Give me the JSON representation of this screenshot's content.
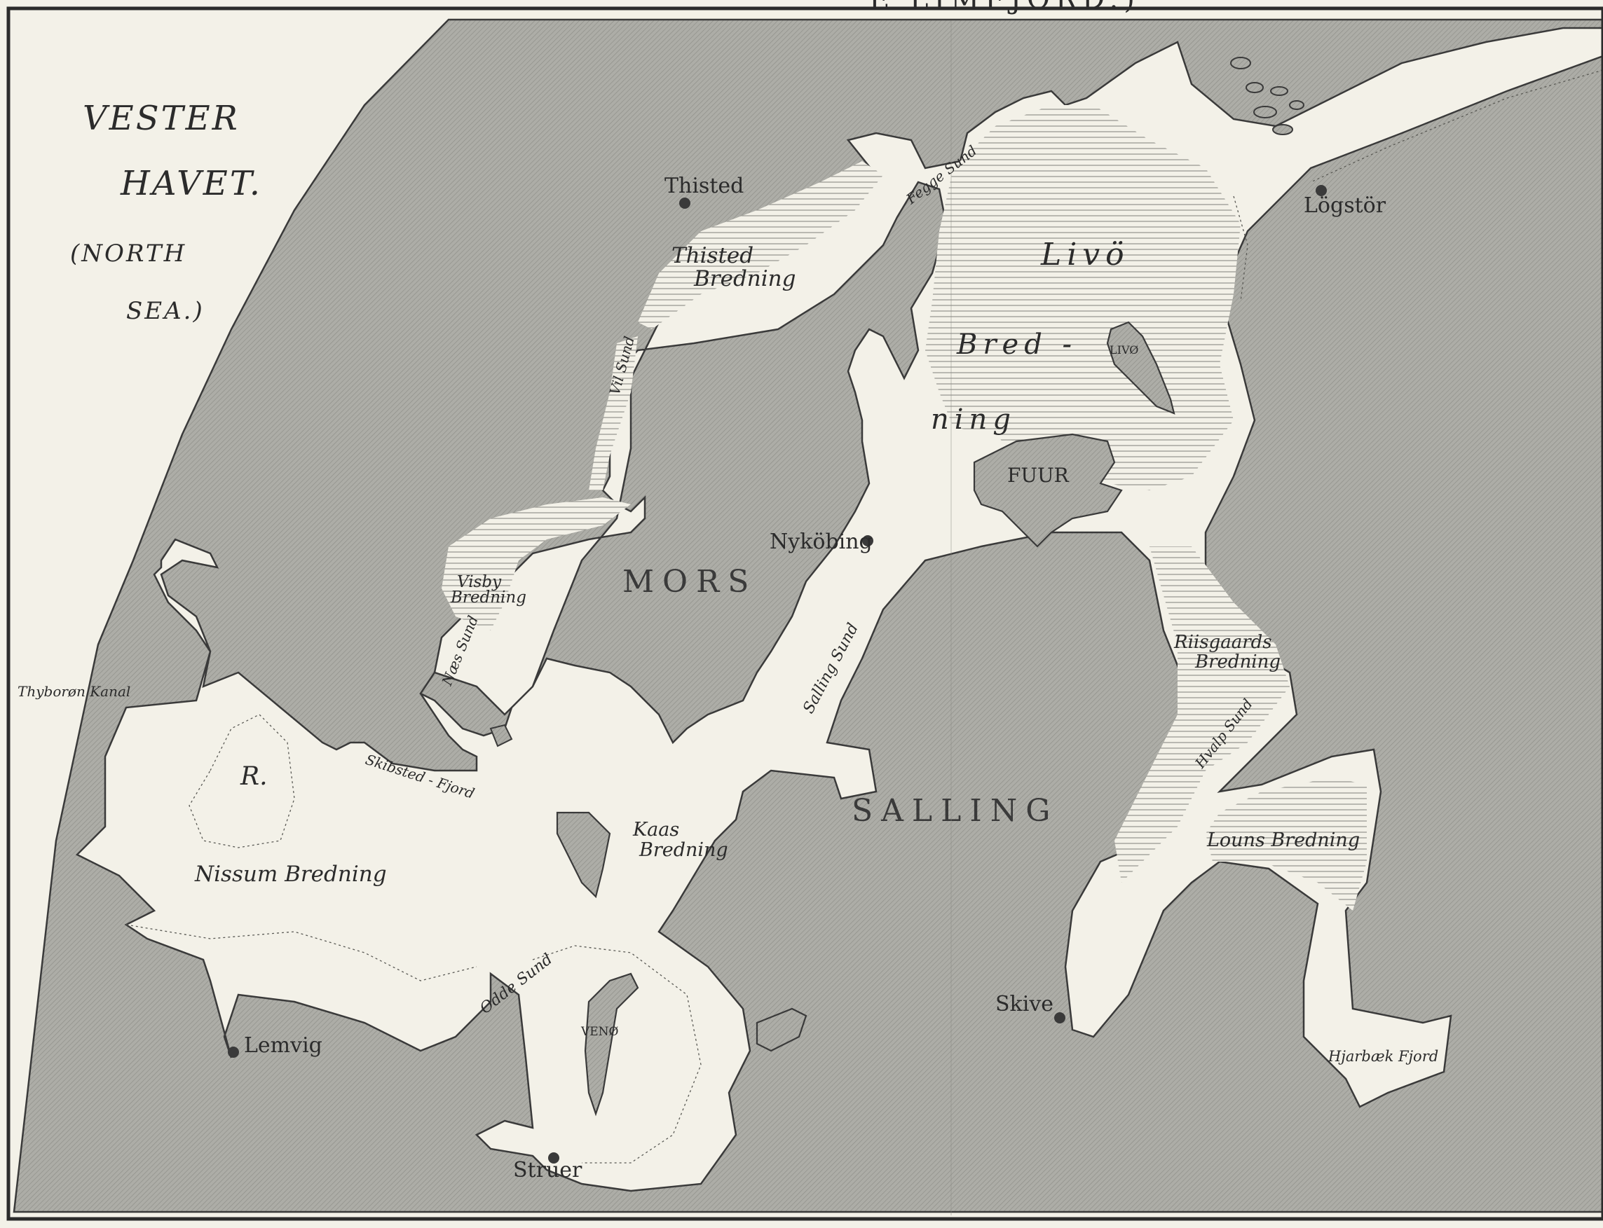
{
  "title_fragment": "E LIMFJORD.)",
  "sea": {
    "line1": "VESTER",
    "line2": "HAVET.",
    "line3": "(NORTH",
    "line4": "SEA.)"
  },
  "regions": {
    "mors": "MORS",
    "salling": "SALLING"
  },
  "islands": {
    "fuur": "FUUR",
    "livo": "LIVØ",
    "veno": "VENØ"
  },
  "towns": {
    "thisted": "Thisted",
    "logstor": "Lögstör",
    "nykobing": "Nyköbing",
    "skive": "Skive",
    "lemvig": "Lemvig",
    "struer": "Struer"
  },
  "waters": {
    "thisted_bredning_1": "Thisted",
    "thisted_bredning_2": "Bredning",
    "livo_1": "Livö",
    "livo_2": "Bred -",
    "livo_3": "ning",
    "visby_1": "Visby",
    "visby_2": "Bredning",
    "riisgaards_1": "Riisgaards",
    "riisgaards_2": "Bredning",
    "louns": "Louns Bredning",
    "kaas_1": "Kaas",
    "kaas_2": "Bredning",
    "nissum": "Nissum  Bredning",
    "hjarbaek": "Hjarbæk Fjord",
    "skibsted": "Skibsted - Fjord",
    "r": "R."
  },
  "sounds": {
    "fegge": "Fegge Sund",
    "vil": "Vil Sund",
    "naes": "Næs Sund",
    "salling": "Salling Sund",
    "hvalp": "Hvalp Sund",
    "odde": "Odde Sund",
    "thyboron": "Thyborøn Kanal"
  },
  "colors": {
    "land": "#a9a9a3",
    "water": "#f3f1e8",
    "ink": "#2b2b2b"
  }
}
